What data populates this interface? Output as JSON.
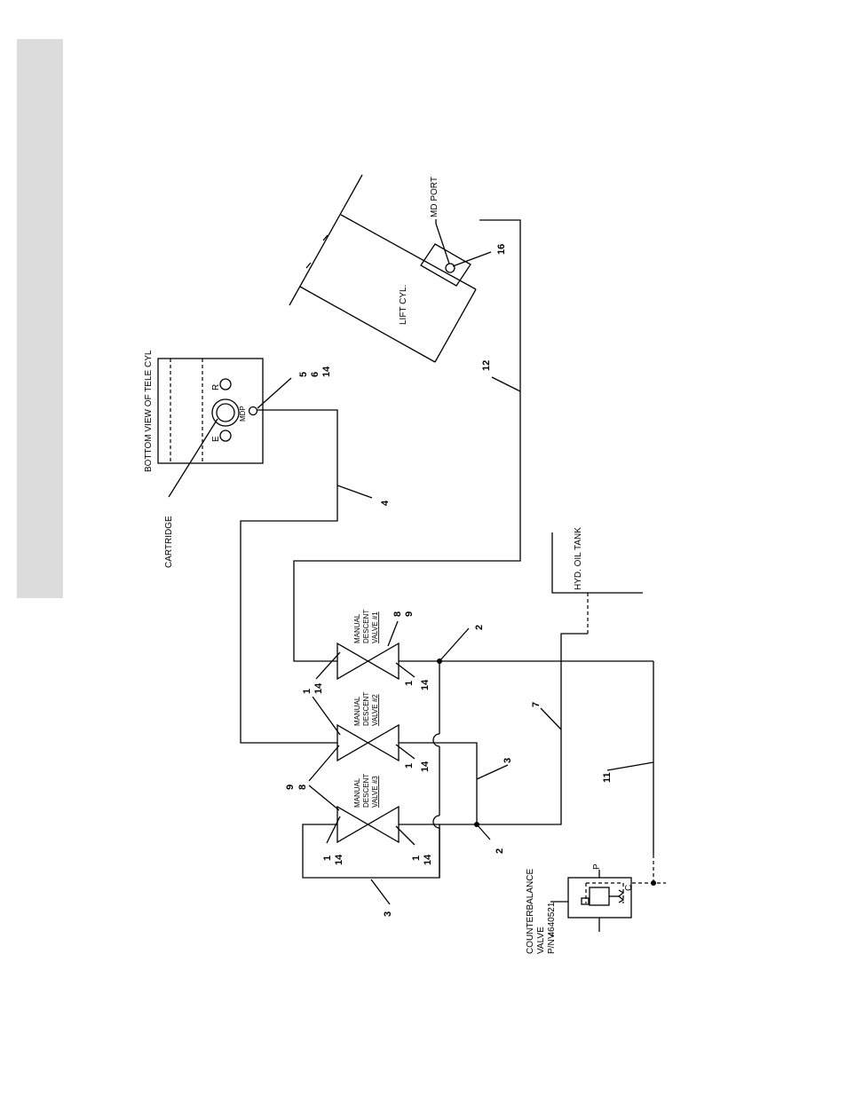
{
  "labels": {
    "bottom_view": "BOTTOM VIEW OF TELE CYL",
    "cartridge": "CARTRIDGE",
    "mdp": "MDP",
    "port_e": "E",
    "port_r": "R",
    "md_port": "MD PORT",
    "lift_cyl": "LIFT CYL.",
    "hyd_tank": "HYD. OIL TANK",
    "cbv_line1": "COUNTERBALANCE",
    "cbv_line2": "VALVE",
    "cbv_line3": "P/N 4640521",
    "cbv_v": "V",
    "cbv_p": "P",
    "cbv_c": "C"
  },
  "valves": [
    {
      "line1": "MANUAL",
      "line2": "DESCENT",
      "line3": "VALVE #1"
    },
    {
      "line1": "MANUAL",
      "line2": "DESCENT",
      "line3": "VALVE #2"
    },
    {
      "line1": "MANUAL",
      "line2": "DESCENT",
      "line3": "VALVE #3"
    }
  ],
  "callouts": {
    "c5": "5",
    "c6": "6",
    "c14a": "14",
    "c16": "16",
    "c12": "12",
    "c4": "4",
    "c8a": "8",
    "c9a": "9",
    "c2a": "2",
    "c1a": "1",
    "c14b": "14",
    "c1b": "1",
    "c14c": "14",
    "c1c": "1",
    "c14d": "14",
    "c7": "7",
    "c9b": "9",
    "c8b": "8",
    "c3a": "3",
    "c2b": "2",
    "c1d": "1",
    "c14e": "14",
    "c1e": "1",
    "c14f": "14",
    "c11": "11",
    "c3b": "3"
  }
}
